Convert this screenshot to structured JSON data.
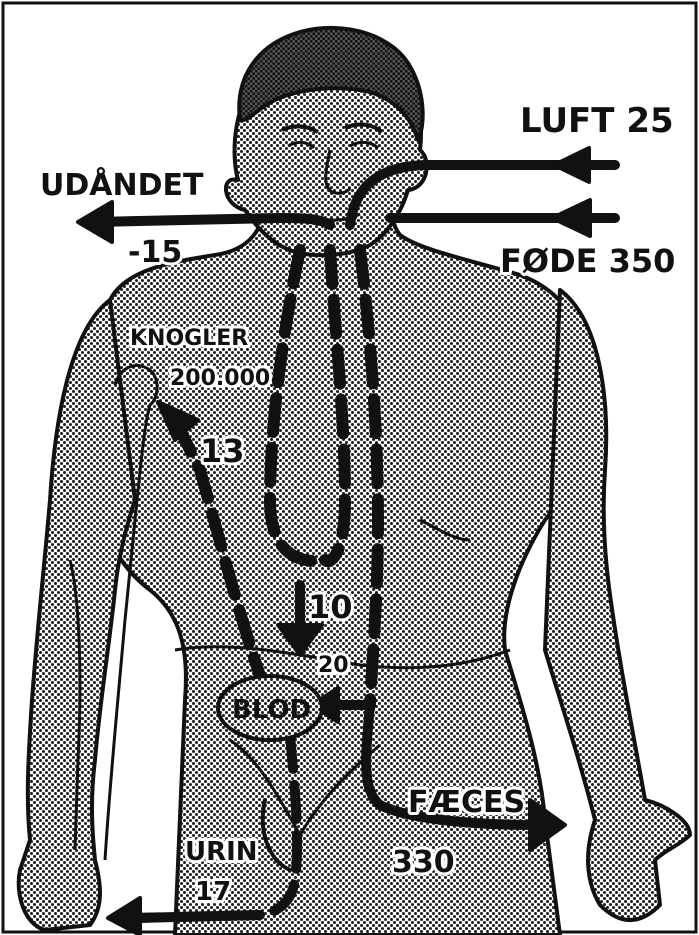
{
  "labels": {
    "luft": "LUFT 25",
    "udandet": "UDÅNDET",
    "udandet_value": "-15",
    "fode": "FØDE 350",
    "knogler": "KNOGLER",
    "knogler_value": "200.000",
    "to_bone": "13",
    "to_blood": "10",
    "into_blood": "20",
    "blod": "BLOD",
    "faeces": "FÆCES",
    "faeces_value": "330",
    "urin": "URIN",
    "urin_value": "17"
  },
  "colors": {
    "ink": "#111111",
    "skin_dot": "#2a2a2a",
    "hair": "#3a3a3a",
    "paper": "#ffffff"
  }
}
